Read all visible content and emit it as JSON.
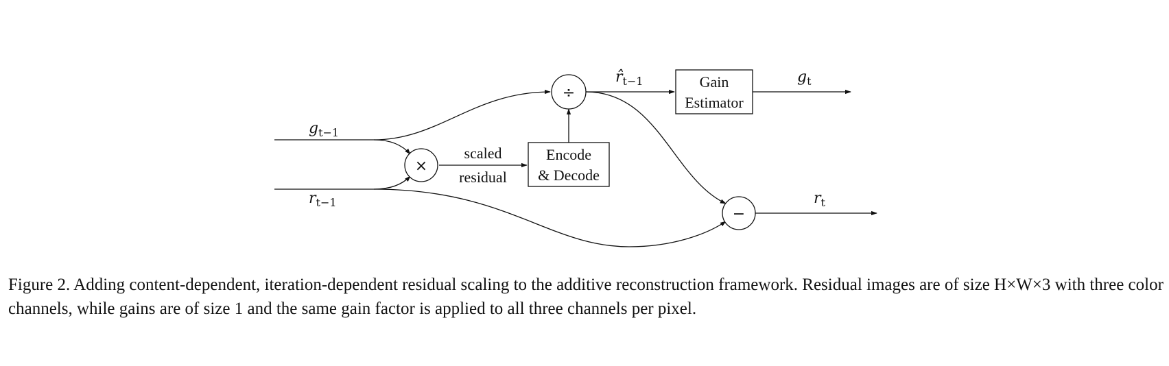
{
  "diagram": {
    "inputs": {
      "gain_prev": {
        "base": "g",
        "sub": "t−1"
      },
      "residual_prev": {
        "base": "r",
        "sub": "t−1"
      }
    },
    "operators": {
      "multiply": "×",
      "divide": "÷",
      "subtract": "−"
    },
    "edges": {
      "scaled_line1": "scaled",
      "scaled_line2": "residual",
      "r_hat": {
        "base": "r̂",
        "sub": "t−1"
      },
      "gain_out": {
        "base": "g",
        "sub": "t"
      },
      "residual_out": {
        "base": "r",
        "sub": "t"
      }
    },
    "boxes": {
      "encode_decode": {
        "line1": "Encode",
        "line2": "& Decode"
      },
      "gain_estimator": {
        "line1": "Gain",
        "line2": "Estimator"
      }
    }
  },
  "caption": "Figure 2. Adding content-dependent, iteration-dependent residual scaling to the additive reconstruction framework. Residual images are of size H×W×3 with three color channels, while gains are of size 1 and the same gain factor is applied to all three channels per pixel."
}
